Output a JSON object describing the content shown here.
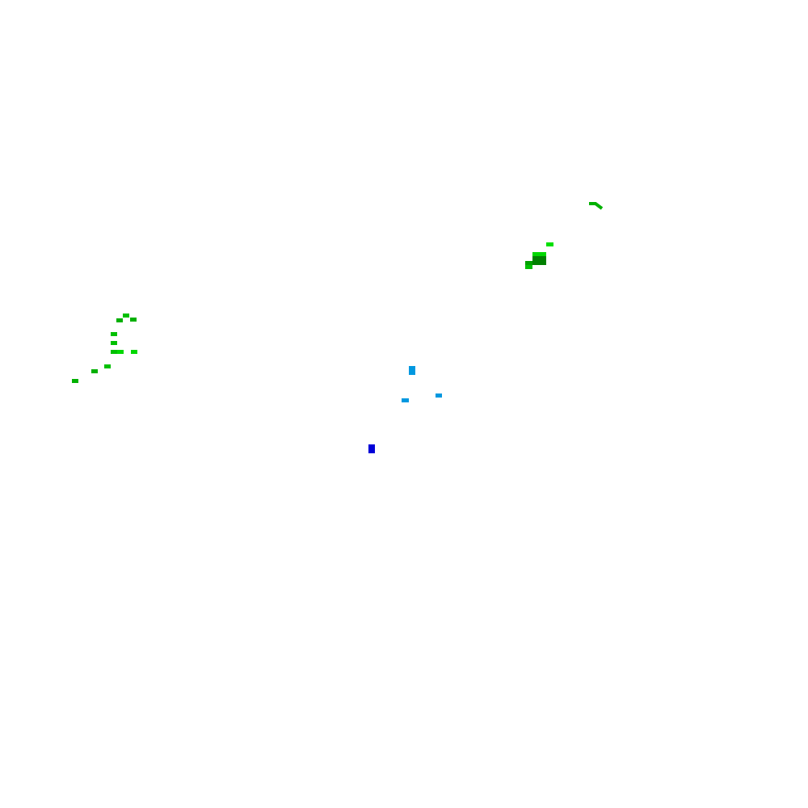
{
  "colors": {
    "background": "#ffffff",
    "green_medium": "#00c000",
    "green_bright": "#00e000",
    "green_dark": "#008000",
    "cyan": "#0098e0",
    "blue": "#0000d8"
  },
  "layers": {
    "green_cluster_left": "green",
    "green_cluster_right": "green",
    "cyan_points": "cyan",
    "blue_point": "blue"
  }
}
